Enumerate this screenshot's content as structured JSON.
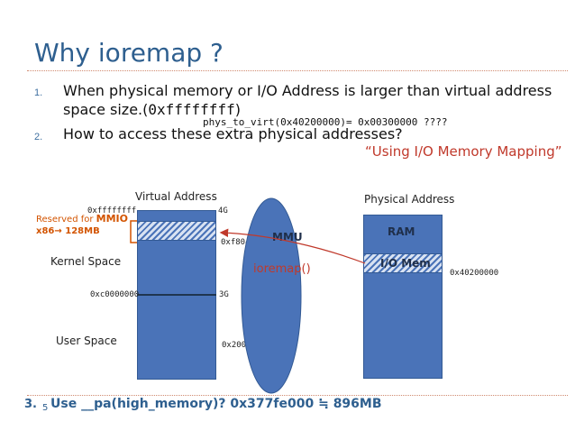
{
  "slide": {
    "title": "Why ioremap ?",
    "items": [
      {
        "num": "1.",
        "line1": "When physical memory or I/O Address is larger than virtual address",
        "line2_prefix": "space size.(",
        "line2_code": "0xffffffff",
        "line2_suffix": ")"
      },
      {
        "num": "2.",
        "text": "How to access these extra physical addresses?"
      }
    ],
    "code_note": "phys_to_virt(0x40200000)= 0x00300000 ????",
    "quote": "“Using I/O Memory Mapping”",
    "item3_num": "3.",
    "item3_text": "Use __pa(high_memory)? 0x377fe000 ≒ 896MB",
    "page_number": "5"
  },
  "diagram": {
    "virtual_title": "Virtual Address",
    "physical_title": "Physical Address",
    "mmu_label": "MMU",
    "ioremap_label": "ioremap()",
    "ram_label": "RAM",
    "io_mem_label": "I/O Mem",
    "kernel_space": "Kernel Space",
    "user_space": "User Space",
    "addr_top": "0xffffffff",
    "label_4g": "4G",
    "addr_f804": "0xf8044000",
    "addr_c000": "0xc0000000",
    "label_3g": "3G",
    "addr_2000": "0x200000",
    "addr_4020": "0x40200000",
    "reserved_prefix": "Reserved for ",
    "reserved_mmio": "MMIO",
    "reserved_x86": "x86",
    "reserved_arrow": "→",
    "reserved_size": "128MB"
  },
  "colors": {
    "title": "#2e5f8f",
    "box_fill": "#4a73b8",
    "accent_red": "#c0392b"
  }
}
